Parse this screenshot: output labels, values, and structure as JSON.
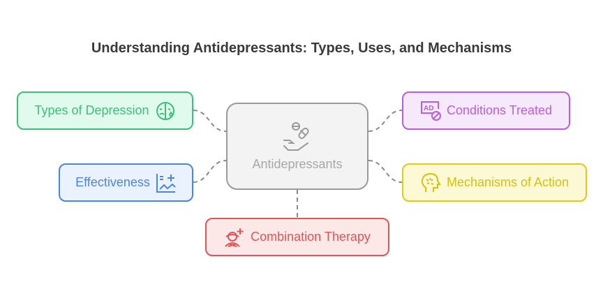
{
  "title": "Understanding Antidepressants: Types, Uses, and Mechanisms",
  "center": {
    "label": "Antidepressants",
    "icon": "pill-hand-icon"
  },
  "nodes": {
    "types": {
      "label": "Types of Depression",
      "icon": "sad-face-mask-icon",
      "color": "#3dbf7a"
    },
    "effectiveness": {
      "label": "Effectiveness",
      "icon": "chart-plus-icon",
      "color": "#4a86e0"
    },
    "conditions": {
      "label": "Conditions Treated",
      "icon": "ad-blocked-icon",
      "color": "#b95ee0"
    },
    "mechanisms": {
      "label": "Mechanisms of Action",
      "icon": "head-brain-icon",
      "color": "#d9bf10"
    },
    "combination": {
      "label": "Combination Therapy",
      "icon": "person-plus-icon",
      "color": "#e25555"
    }
  }
}
